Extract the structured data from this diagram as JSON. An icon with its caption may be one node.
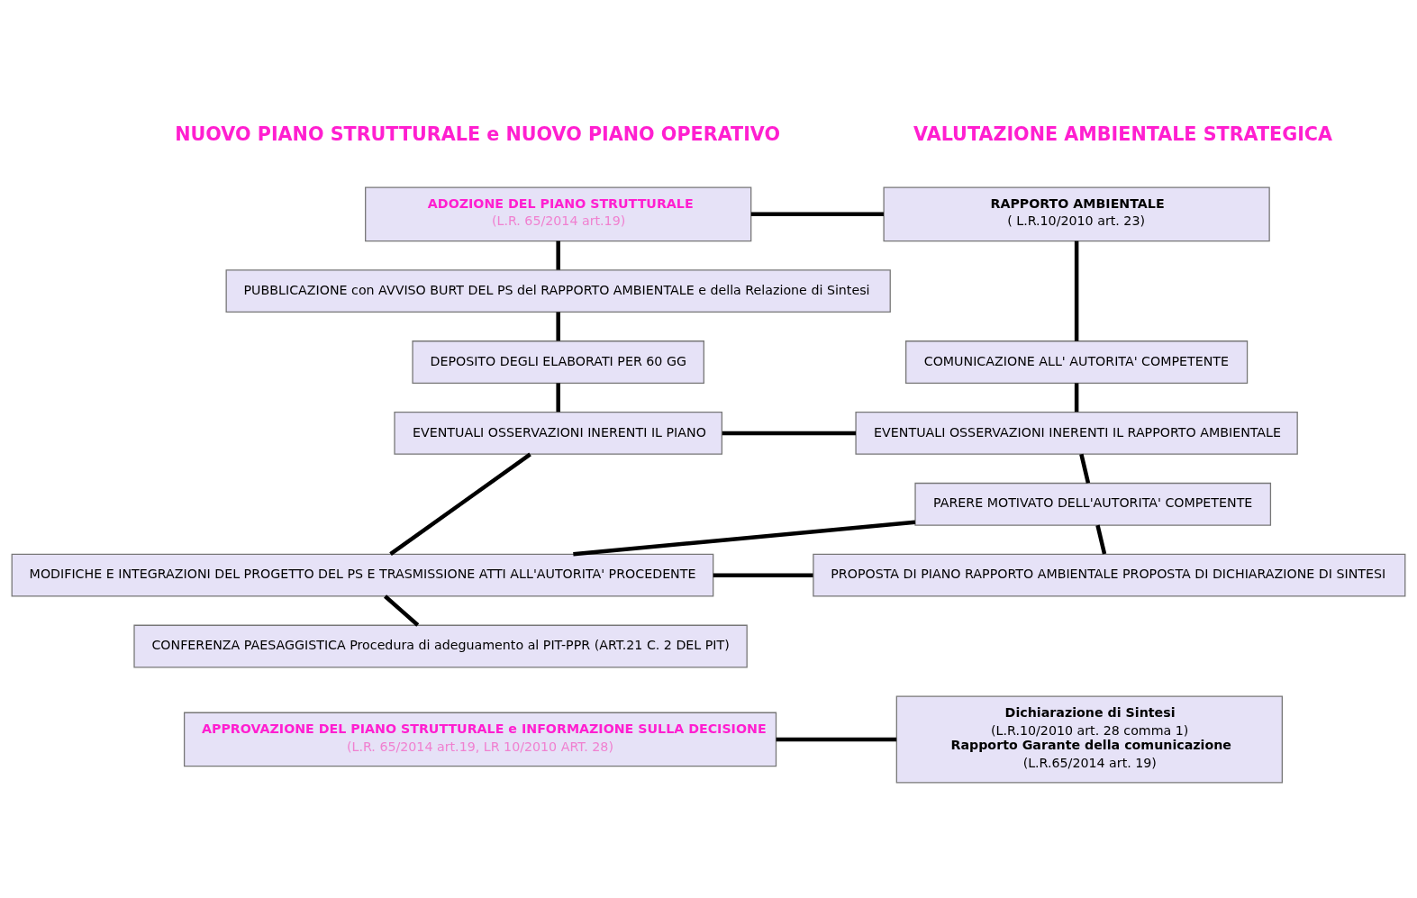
{
  "diagram": {
    "nodes": [
      {
        "text": [
          "ADOZIONE DEL PIANO STRUTTURALE",
          "(L.R. 65/2014 art.19)"
        ]
      },
      {
        "text": [
          "RAPPORTO AMBIENTALE",
          "( L.R.10/2010 art. 23)"
        ]
      },
      {
        "text": [
          "PUBBLICAZIONE con AVVISO BURT DEL PS del RAPPORTO AMBIENTALE e della Relazione di Sintesi"
        ]
      },
      {
        "text": [
          "COMUNICAZIONE ALL' AUTORITA' COMPETENTE"
        ]
      },
      {
        "text": [
          "DEPOSITO DEGLI ELABORATI PER 60 GG"
        ]
      },
      {
        "text": [
          "EVENTUALI OSSERVAZIONI INERENTI IL PIANO"
        ]
      },
      {
        "text": [
          "EVENTUALI OSSERVAZIONI INERENTI IL RAPPORTO AMBIENTALE"
        ]
      },
      {
        "text": [
          "PARERE MOTIVATO DELL'AUTORITA' COMPETENTE"
        ]
      },
      {
        "text": [
          "MODIFICHE E INTEGRAZIONI DEL PROGETTO DEL PS E TRASMISSIONE ATTI ALL'AUTORITA' PROCEDENTE"
        ]
      },
      {
        "text": [
          "PROPOSTA DI PIANO RAPPORTO AMBIENTALE PROPOSTA DI DICHIARAZIONE DI SINTESI"
        ]
      },
      {
        "text": [
          "CONFERENZA PAESAGGISTICA Procedura di adeguamento al PIT-PPR (ART.21 C. 2 DEL PIT)"
        ]
      },
      {
        "text": [
          "APPROVAZIONE DEL PIANO STRUTTURALE e INFORMAZIONE SULLA DECISIONE",
          "(L.R. 65/2014 art.19, LR 10/2010 ART. 28)"
        ]
      },
      {
        "text": [
          "Dichiarazione di Sintesi",
          "(L.R.10/2010 art. 28 comma 1)",
          "Rapporto Garante della comunicazione",
          "(L.R.65/2014 art. 19)"
        ]
      }
    ],
    "edges": [
      {
        "from": 0,
        "to": 1,
        "arrow": "none"
      },
      {
        "from": 0,
        "to": 2,
        "arrow": "none"
      },
      {
        "from": 2,
        "to": 4,
        "arrow": "none"
      },
      {
        "from": 4,
        "to": 5,
        "arrow": "none"
      },
      {
        "from": 5,
        "to": 6,
        "arrow": "none"
      },
      {
        "from": 5,
        "to": 8,
        "arrow": "none"
      },
      {
        "from": 7,
        "to": 8,
        "arrow": "none"
      },
      {
        "from": 8,
        "to": 10,
        "arrow": "none"
      },
      {
        "from": 8,
        "to": 9,
        "arrow": "none"
      },
      {
        "from": 1,
        "to": 3,
        "arrow": "none"
      },
      {
        "from": 3,
        "to": 6,
        "arrow": "none"
      },
      {
        "from": 6,
        "to": 7,
        "arrow": "none"
      },
      {
        "from": 7,
        "to": 9,
        "arrow": "none"
      },
      {
        "from": 11,
        "to": 12,
        "arrow": "none"
      }
    ],
    "labels": [
      "NUOVO PIANO STRUTTURALE e NUOVO PIANO OPERATIVO",
      "VALUTAZIONE AMBIENTALE STRATEGICA"
    ]
  }
}
